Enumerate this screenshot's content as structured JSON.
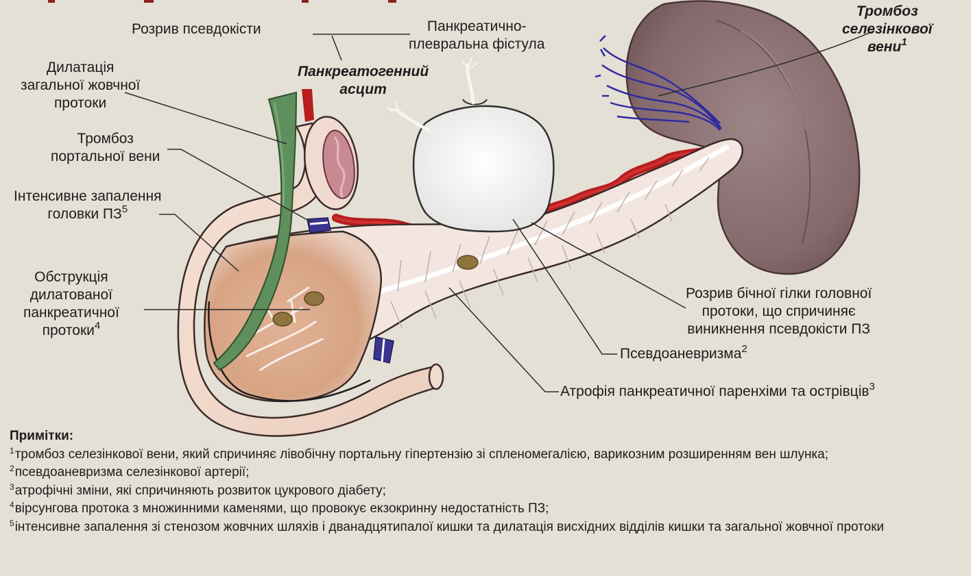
{
  "labels": {
    "pseudocyst_rupture": "Розрив псевдокісти",
    "pleural_fistula": [
      "Панкреатично-",
      "плевральна фістула"
    ],
    "ascites": [
      "Панкреатогенний",
      "асцит"
    ],
    "spleen_vein": [
      "Тромбоз",
      "селезінкової",
      "вени"
    ],
    "spleen_vein_sup": "1",
    "bile_duct": [
      "Дилатація",
      "загальної жовчної",
      "протоки"
    ],
    "portal_vein": [
      "Тромбоз",
      "портальної вени"
    ],
    "head_inflammation": [
      "Інтенсивне запалення",
      "головки ПЗ"
    ],
    "head_inflammation_sup": "5",
    "duct_obstruction": [
      "Обструкція",
      "дилатованої",
      "панкреатичної",
      "протоки"
    ],
    "duct_obstruction_sup": "4",
    "branch_rupture": [
      "Розрив бічної гілки головної",
      "протоки, що спричиняє",
      "виникнення псевдокісти ПЗ"
    ],
    "pseudoaneurysm": "Псевдоаневризма",
    "pseudoaneurysm_sup": "2",
    "atrophy": "Атрофія панкреатичної паренхіми та острівців",
    "atrophy_sup": "3"
  },
  "notes": {
    "title": "Примітки:",
    "items": [
      {
        "num": "1",
        "text": "тромбоз селезінкової вени, який спричиняє лівобічну портальну гіпертензію зі спленомегалією, варикозним розширенням вен шлунка;"
      },
      {
        "num": "2",
        "text": "псевдоаневризма селезінкової артерії;"
      },
      {
        "num": "3",
        "text": "атрофічні зміни, які спричиняють розвиток цукрового діабету;"
      },
      {
        "num": "4",
        "text": "вірсунгова протока з множинними каменями, що провокує екзокринну недостатність ПЗ;"
      },
      {
        "num": "5",
        "text": "інтенсивне запалення зі стенозом жовчних шляхів і дванадцятипалої кишки та дилатація висхідних відділів кишки та загальної жовчної протоки"
      }
    ]
  },
  "colors": {
    "background": "#e4e0d6",
    "pancreas_body": "#f1e4de",
    "pancreas_head": "#dba88a",
    "spleen": "#8e7577",
    "artery": "#c0201f",
    "vein": "#3a3590",
    "bile_duct": "#5f8f5c",
    "pseudocyst": "#f3f3f2",
    "stone": "#8f7440"
  }
}
